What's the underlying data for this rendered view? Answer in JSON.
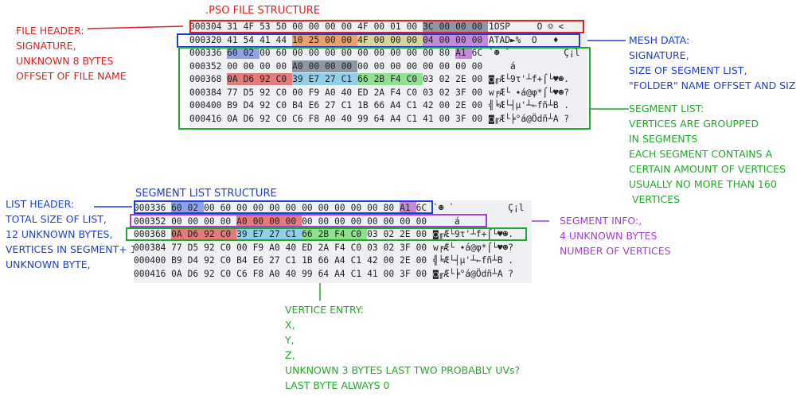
{
  "top_title": ".PSO FILE STRUCTURE",
  "bottom_title": "SEGMENT LIST STRUCTURE",
  "colors": {
    "red": "#e01e1e",
    "blue": "#1f3fd0",
    "green": "#22a829",
    "purple": "#a23fd6"
  },
  "labels": {
    "file_header": [
      "FILE HEADER:",
      "SIGNATURE,",
      "UNKNOWN 8 BYTES",
      "OFFSET OF FILE NAME"
    ],
    "mesh_data": [
      "MESH DATA:",
      "SIGNATURE,",
      "SIZE OF SEGMENT LIST,",
      "\"FOLDER\" NAME OFFSET AND SIZE"
    ],
    "segment_list": [
      "SEGMENT LIST:",
      "VERTICES ARE GROUPPED",
      "IN SEGMENTS",
      "EACH SEGMENT CONTAINS A",
      "CERTAIN AMOUNT OF VERTICES",
      "USUALLY NO MORE THAN 160",
      " VERTICES"
    ],
    "list_header": [
      "LIST HEADER:",
      "TOTAL SIZE OF LIST,",
      "12 UNKNOWN BYTES,",
      "VERTICES IN SEGMENT+ 1",
      "UNKNOWN BYTE,"
    ],
    "segment_info": [
      "SEGMENT INFO:,",
      "4 UNKNOWN BYTES",
      "NUMBER OF VERTICES"
    ],
    "vertice_entry": [
      "VERTICE ENTRY:",
      "X,",
      "Y,",
      "Z,",
      "UNKNOWN 3 BYTES LAST TWO PROBABLY UVs?",
      "LAST BYTE ALWAYS 0"
    ]
  },
  "top_rows": [
    {
      "offset": "000304",
      "bytes": [
        "31",
        "4F",
        "53",
        "50",
        "00",
        "00",
        "00",
        "00",
        "4F",
        "00",
        "01",
        "00",
        "3C",
        "00",
        "00",
        "00"
      ],
      "ascii": "1OSP     O ☺ <"
    },
    {
      "offset": "000320",
      "bytes": [
        "41",
        "54",
        "41",
        "44",
        "10",
        "25",
        "00",
        "00",
        "4F",
        "00",
        "00",
        "00",
        "04",
        "00",
        "00",
        "00"
      ],
      "ascii": "ATAD►%  O   ♦"
    },
    {
      "offset": "000336",
      "bytes": [
        "60",
        "02",
        "00",
        "60",
        "00",
        "00",
        "00",
        "00",
        "00",
        "00",
        "00",
        "00",
        "00",
        "80",
        "A1",
        "6C"
      ],
      "ascii": "`☻ `          Ç¡l"
    },
    {
      "offset": "000352",
      "bytes": [
        "00",
        "00",
        "00",
        "00",
        "A0",
        "00",
        "00",
        "00",
        "00",
        "00",
        "00",
        "00",
        "00",
        "00",
        "00",
        "00"
      ],
      "ascii": "    á"
    },
    {
      "offset": "000368",
      "bytes": [
        "0A",
        "D6",
        "92",
        "C0",
        "39",
        "E7",
        "27",
        "C1",
        "66",
        "2B",
        "F4",
        "C0",
        "03",
        "02",
        "2E",
        "00"
      ],
      "ascii": "◙╓Æ└9τ'┴f+⌠└♥☻."
    },
    {
      "offset": "000384",
      "bytes": [
        "77",
        "D5",
        "92",
        "C0",
        "00",
        "F9",
        "A0",
        "40",
        "ED",
        "2A",
        "F4",
        "C0",
        "03",
        "02",
        "3F",
        "00"
      ],
      "ascii": "w╒Æ└ ∙á@φ*⌠└♥☻?"
    },
    {
      "offset": "000400",
      "bytes": [
        "B9",
        "D4",
        "92",
        "C0",
        "B4",
        "E6",
        "27",
        "C1",
        "1B",
        "66",
        "A4",
        "C1",
        "42",
        "00",
        "2E",
        "00"
      ],
      "ascii": "╣╘Æ└┤µ'┴←fñ┴B ."
    },
    {
      "offset": "000416",
      "bytes": [
        "0A",
        "D6",
        "92",
        "C0",
        "C6",
        "F8",
        "A0",
        "40",
        "99",
        "64",
        "A4",
        "C1",
        "41",
        "00",
        "3F",
        "00"
      ],
      "ascii": "◙╓Æ└╞°á@Ödñ┴A ?"
    }
  ],
  "bottom_rows": [
    {
      "offset": "000336",
      "bytes": [
        "60",
        "02",
        "00",
        "60",
        "00",
        "00",
        "00",
        "00",
        "00",
        "00",
        "00",
        "00",
        "00",
        "80",
        "A1",
        "6C"
      ],
      "ascii": "`☻ `          Ç¡l"
    },
    {
      "offset": "000352",
      "bytes": [
        "00",
        "00",
        "00",
        "00",
        "A0",
        "00",
        "00",
        "00",
        "00",
        "00",
        "00",
        "00",
        "00",
        "00",
        "00",
        "00"
      ],
      "ascii": "    á"
    },
    {
      "offset": "000368",
      "bytes": [
        "0A",
        "D6",
        "92",
        "C0",
        "39",
        "E7",
        "27",
        "C1",
        "66",
        "2B",
        "F4",
        "C0",
        "03",
        "02",
        "2E",
        "00"
      ],
      "ascii": "◙╓Æ└9τ'┴f+⌠└♥☻."
    },
    {
      "offset": "000384",
      "bytes": [
        "77",
        "D5",
        "92",
        "C0",
        "00",
        "F9",
        "A0",
        "40",
        "ED",
        "2A",
        "F4",
        "C0",
        "03",
        "02",
        "3F",
        "00"
      ],
      "ascii": "w╒Æ└ ∙á@φ*⌠└♥☻?"
    },
    {
      "offset": "000400",
      "bytes": [
        "B9",
        "D4",
        "92",
        "C0",
        "B4",
        "E6",
        "27",
        "C1",
        "1B",
        "66",
        "A4",
        "C1",
        "42",
        "00",
        "2E",
        "00"
      ],
      "ascii": "╣╘Æ└┤µ'┴←fñ┴B ."
    },
    {
      "offset": "000416",
      "bytes": [
        "0A",
        "D6",
        "92",
        "C0",
        "C6",
        "F8",
        "A0",
        "40",
        "99",
        "64",
        "A4",
        "C1",
        "41",
        "00",
        "3F",
        "00"
      ],
      "ascii": "◙╓Æ└╞°á@Ödñ┴A ?"
    }
  ]
}
